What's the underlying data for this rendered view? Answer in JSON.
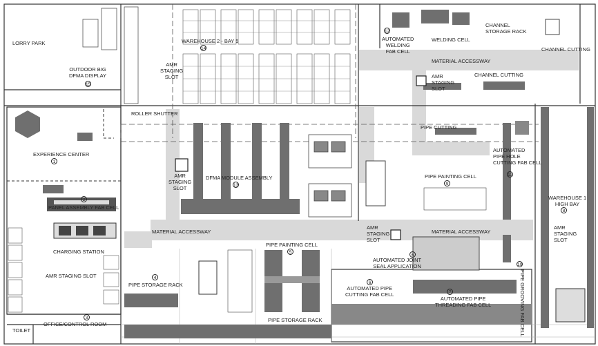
{
  "colors": {
    "wall": "#333333",
    "fill": "#6f6f6f",
    "aisle": "#d9d9d9",
    "grid": "#999999"
  },
  "labels": {
    "lorry_park": "LORRY PARK",
    "outdoor": "OUTDOOR BIG\nDFMA DISPLAY",
    "outdoor_num": "15",
    "warehouse2": "WAREHOUSE 2 - BAY 5",
    "warehouse2_num": "14",
    "amr_staging_1": "AMR\nSTAGING\nSLOT",
    "roller_shutter": "ROLLER SHUTTER",
    "experience": "EXPERIENCE CENTER",
    "experience_num": "1",
    "panel_num": "2",
    "panel": "PANEL ASSEMBLY FAB CELL",
    "charging": "CHARGING STATION",
    "amr_slot_left": "AMR STAGING SLOT",
    "toilet": "TOILET",
    "office_num": "3",
    "office": "OFFICE/CONTROL ROOM",
    "amr_staging_2": "AMR\nSTAGING\nSLOT",
    "dfma": "DFMA MODULE ASSEMBLY",
    "dfma_num": "13",
    "material_aisle_left": "MATERIAL ACCESSWAY",
    "pipe_storage_left_num": "4",
    "pipe_storage_left": "PIPE STORAGE RACK",
    "pipe_painting_bottom": "PIPE PAINTING CELL",
    "pipe_painting_bottom_num": "5",
    "pipe_storage_bottom": "PIPE STORAGE RACK",
    "welding_num": "12",
    "welding": "AUTOMATED\nWELDING\nFAB CELL",
    "welding_cell": "WELDING CELL",
    "channel_storage": "CHANNEL\nSTORAGE RACK",
    "channel_cutting_top": "CHANNEL CUTTING",
    "material_aisle_top": "MATERIAL ACCESSWAY",
    "amr_staging_3": "AMR\nSTAGING\nSLOT",
    "channel_cutting_mid": "CHANNEL CUTTING",
    "pipe_cutting": "PIPE CUTTING",
    "pipe_hole": "AUTOMATED\nPIPE HOLE\nCUTTING FAB CELL",
    "pipe_hole_num": "11",
    "pipe_painting_right": "PIPE PAINTING CELL",
    "pipe_painting_right_num": "9",
    "warehouse1": "WAREHOUSE 1\nHIGH BAY",
    "warehouse1_num": "8",
    "amr_staging_4": "AMR\nSTAGING\nSLOT",
    "amr_staging_5": "AMR\nSTAGING\nSLOT",
    "material_aisle_right": "MATERIAL ACCESSWAY",
    "joint_num": "6",
    "joint": "AUTOMATED JOINT\nSEAL APPLICATION",
    "pipe_cut_fab_num": "6",
    "pipe_cut_fab": "AUTOMATED PIPE\nCUTTING FAB CELL",
    "threading_num": "7",
    "threading": "AUTOMATED PIPE\nTHREADING FAB CELL",
    "grooving_num": "10",
    "grooving": "PIPE GROOVING FAB CELL"
  }
}
